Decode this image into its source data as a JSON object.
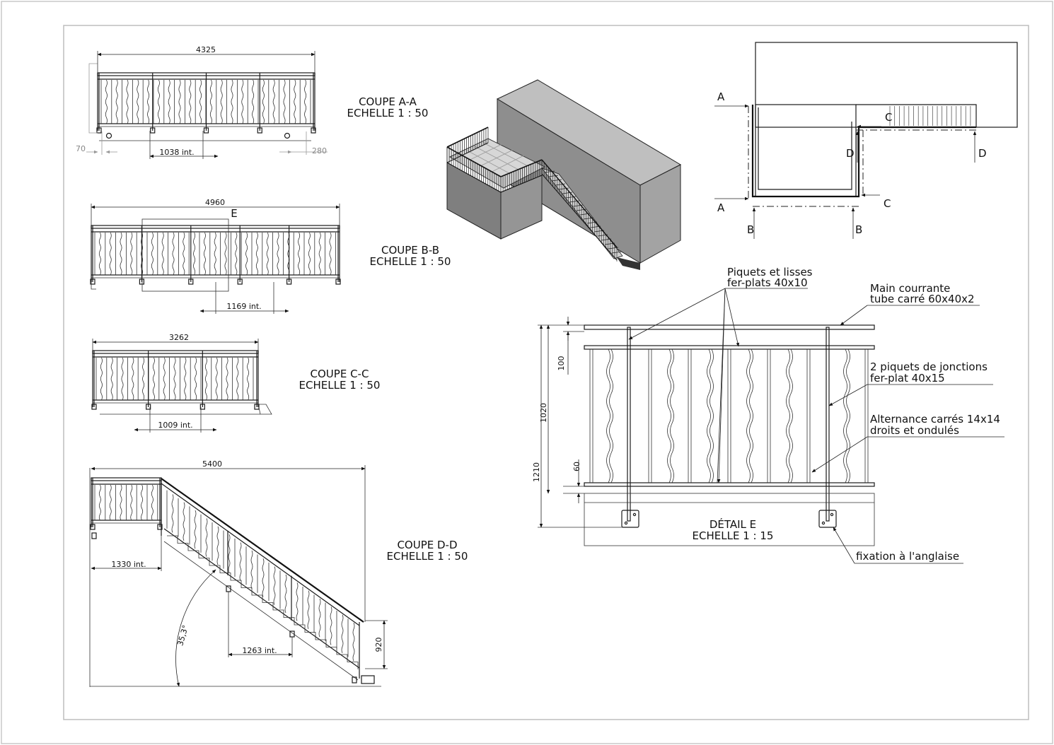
{
  "views": {
    "aa": {
      "title": "COUPE A-A",
      "scale": "ECHELLE 1 : 50",
      "overall": "4325",
      "interval": "1038 int.",
      "left_offset": "70",
      "right_offset": "280"
    },
    "bb": {
      "title": "COUPE B-B",
      "scale": "ECHELLE 1 : 50",
      "overall": "4960",
      "interval": "1169 int.",
      "detail_marker": "E"
    },
    "cc": {
      "title": "COUPE C-C",
      "scale": "ECHELLE 1 : 50",
      "overall": "3262",
      "interval": "1009 int."
    },
    "dd": {
      "title": "COUPE D-D",
      "scale": "ECHELLE 1 : 50",
      "overall": "5400",
      "interval_flat": "1330 int.",
      "interval_slope": "1263 int.",
      "angle": "35,3°",
      "height": "920"
    },
    "detail": {
      "title": "DÉTAIL E",
      "scale": "ECHELLE 1 : 15",
      "dim_top": "100",
      "dim_mid": "1020",
      "dim_low": "60",
      "dim_total": "1210"
    }
  },
  "callouts": {
    "piquets_1": "Piquets et lisses",
    "piquets_2": "fer-plats 40x10",
    "main_1": "Main courrante",
    "main_2": "tube carré 60x40x2",
    "jonction_1": "2 piquets de jonctions",
    "jonction_2": "fer-plat 40x15",
    "alter_1": "Alternance carrés 14x14",
    "alter_2": "droits et ondulés",
    "fixation": "fixation à l'anglaise"
  },
  "plan": {
    "a": "A",
    "b": "B",
    "c": "C",
    "d": "D"
  }
}
